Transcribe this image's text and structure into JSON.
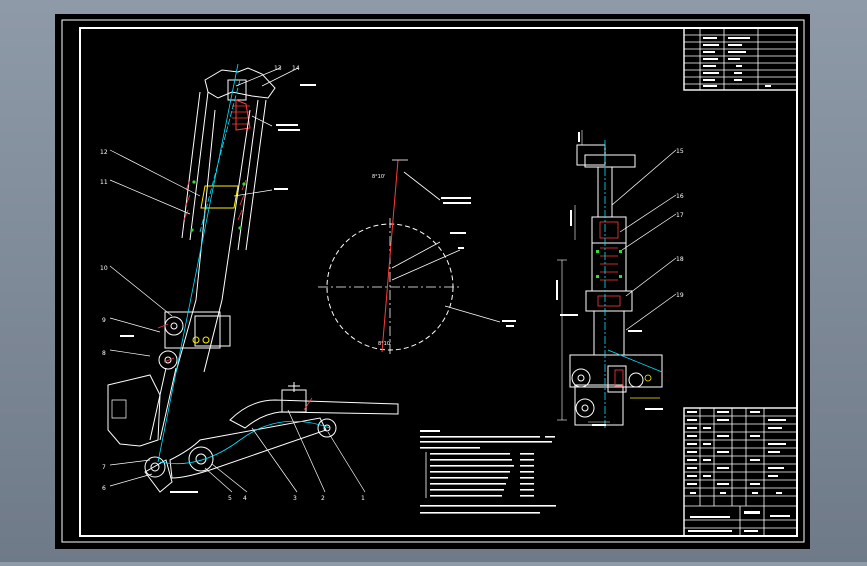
{
  "colors": {
    "viewport_bg": "#7d8896",
    "sheet": "#000000",
    "frame": "#ffffff",
    "cyan": "#00e5ff",
    "red": "#ff3b3b",
    "yellow": "#ffee00",
    "green": "#33dd33",
    "white": "#ffffff"
  },
  "callouts": {
    "n1": "1",
    "n2": "2",
    "n3": "3",
    "n4": "4",
    "n5": "5",
    "n6": "6",
    "n7": "7",
    "n8": "8",
    "n9": "9",
    "n10": "10",
    "n11": "11",
    "n12": "12",
    "n13": "13",
    "n14": "14",
    "n15": "15",
    "n16": "16",
    "n17": "17",
    "n18": "18",
    "n19": "19"
  },
  "labels": {
    "angle": "8°10'"
  }
}
